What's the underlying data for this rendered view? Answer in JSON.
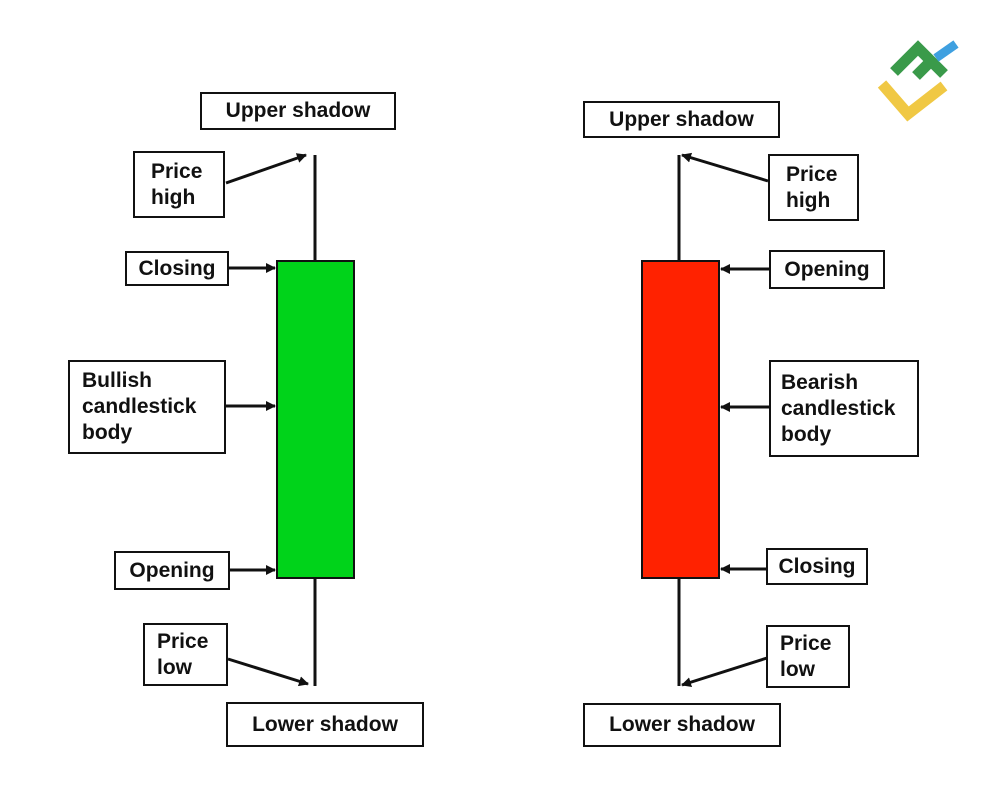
{
  "colors": {
    "bullish_body": "#00d31a",
    "bearish_body": "#ff2200",
    "line": "#111111",
    "logo_green": "#3a9a4a",
    "logo_blue": "#3fa0e0",
    "logo_yellow": "#f0c844"
  },
  "bullish": {
    "upper_shadow": "Upper shadow",
    "price_high": "Price\nhigh",
    "closing": "Closing",
    "body": "Bullish\ncandlestick\nbody",
    "opening": "Opening",
    "price_low": "Price\nlow",
    "lower_shadow": "Lower shadow"
  },
  "bearish": {
    "upper_shadow": "Upper shadow",
    "price_high": "Price\nhigh",
    "opening": "Opening",
    "body": "Bearish\ncandlestick\nbody",
    "closing": "Closing",
    "price_low": "Price\nlow",
    "lower_shadow": "Lower shadow"
  },
  "logo": {
    "icon": "brand-logo-icon"
  }
}
